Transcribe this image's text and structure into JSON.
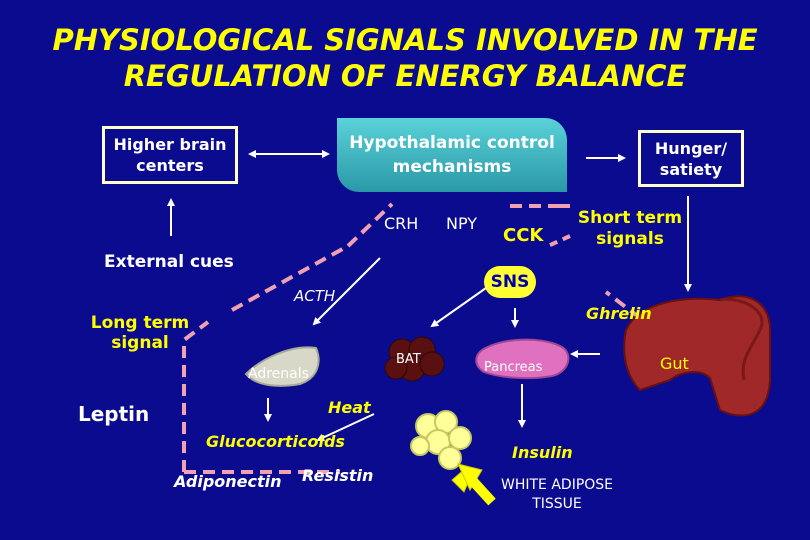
{
  "title": {
    "line1": "PHYSIOLOGICAL SIGNALS INVOLVED IN THE",
    "line2": "REGULATION OF ENERGY BALANCE"
  },
  "boxes": {
    "higher_brain": "Higher brain centers",
    "hypothalamic": "Hypothalamic control mechanisms",
    "hunger": "Hunger/ satiety"
  },
  "labels": {
    "crh": "CRH",
    "npy": "NPY",
    "cck": "CCK",
    "short_term": "Short term signals",
    "external_cues": "External cues",
    "sns": "SNS",
    "acth": "ACTH",
    "ghrelin": "Ghrelin",
    "long_term": "Long term signal",
    "adrenals": "Adrenals",
    "bat": "BAT",
    "pancreas": "Pancreas",
    "gut": "Gut",
    "leptin": "Leptin",
    "heat": "Heat",
    "glucocorticoids": "Glucocorticoids",
    "insulin": "Insulin",
    "adiponectin": "Adiponectin",
    "resistin": "Resistin",
    "white_adipose": "WHITE ADIPOSE TISSUE"
  },
  "colors": {
    "background": "#0b0b8f",
    "title": "#ffff00",
    "dashed_signal": "#f0a0b0",
    "arrow": "#ffffff",
    "hypothalamic_box": "#3ab8c4",
    "sns_pill": "#ffff33"
  }
}
